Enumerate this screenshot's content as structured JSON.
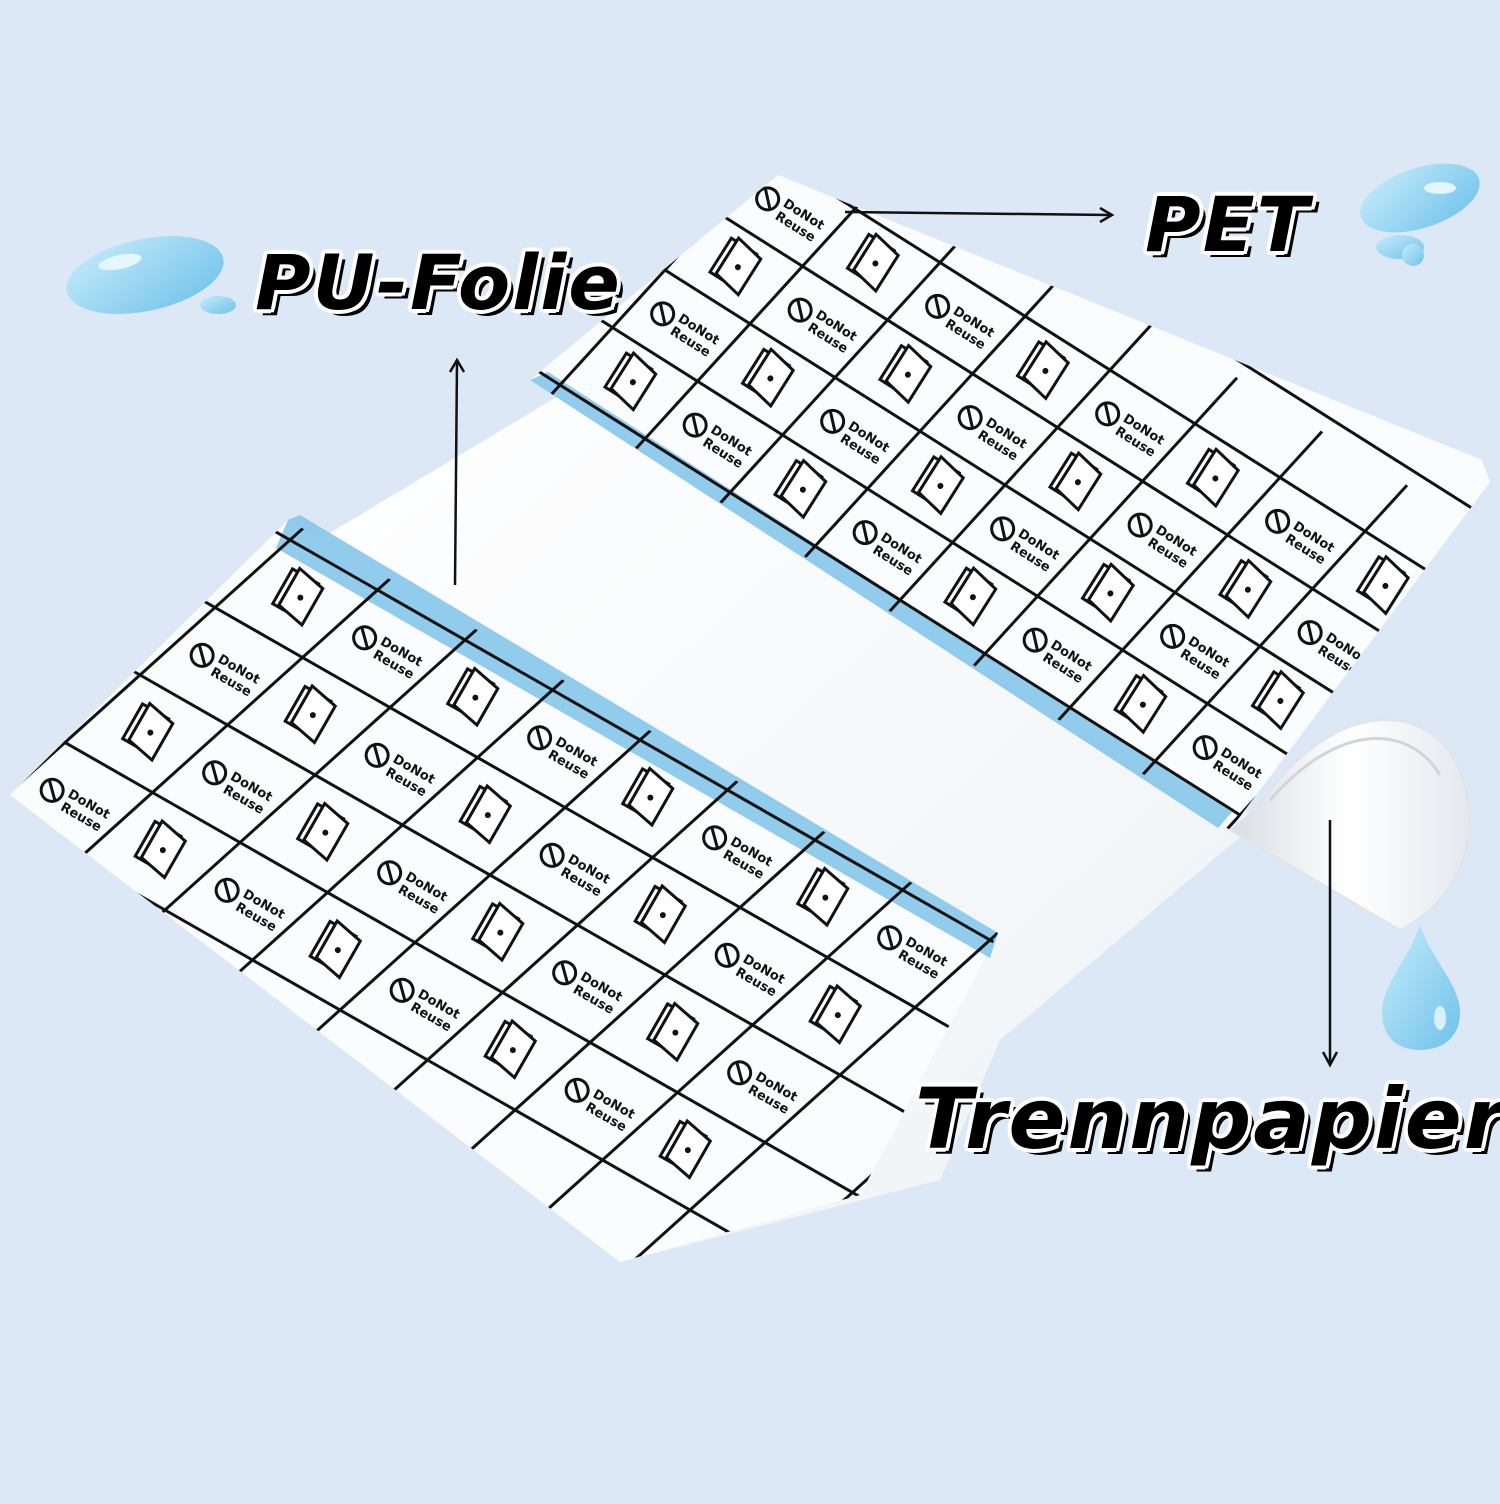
{
  "labels": {
    "pu_folie": "PU-Folie",
    "pet": "PET",
    "trennpapier": "Trennpapier"
  },
  "film_print": {
    "line1": "DoNot",
    "line2": "Reuse"
  },
  "colors": {
    "background": "#dde8f7",
    "accent_strip": "#7ec3ea",
    "droplet": "#8fd0ee",
    "grid": "#111111",
    "paper": "#ffffff"
  },
  "icons": [
    "water-droplet-icon",
    "do-not-reuse-icon",
    "peel-film-icon"
  ]
}
